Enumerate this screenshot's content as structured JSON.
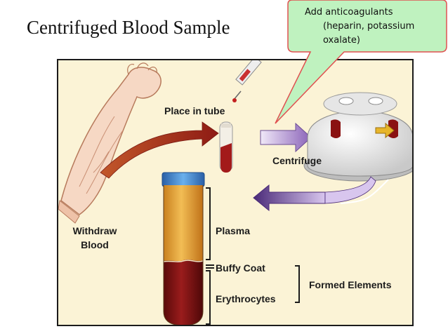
{
  "slide": {
    "title": "Centrifuged Blood Sample"
  },
  "callout": {
    "line1": "Add anticoagulants",
    "line2": "(heparin, potassium",
    "line3": "oxalate)"
  },
  "diagram": {
    "labels": {
      "place_in_tube": "Place in tube",
      "centrifuge": "Centrifuge",
      "withdraw_line1": "Withdraw",
      "withdraw_line2": "Blood",
      "plasma": "Plasma",
      "buffy_coat": "Buffy Coat",
      "erythrocytes": "Erythrocytes",
      "formed_elements": "Formed Elements"
    }
  },
  "colors": {
    "callout_fill": "#bff2bf",
    "callout_border": "#e05050",
    "figure_background": "#fbf3d6",
    "plasma": "#e6a83a",
    "erythrocytes": "#7a1212",
    "tube_cap": "#3d7fc8",
    "arrow_red": "#a0281e",
    "arrow_purple": "#7a4a9c"
  }
}
